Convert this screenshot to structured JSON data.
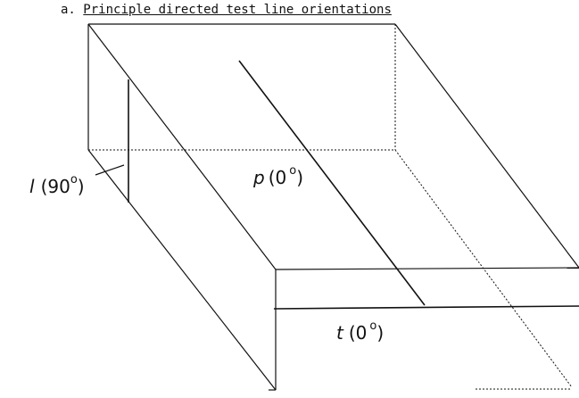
{
  "caption": {
    "prefix": "a.",
    "title": "Principle directed test line orientations"
  },
  "labels": {
    "l": {
      "symbol": "l",
      "angle": "90",
      "degree": "o"
    },
    "p": {
      "symbol": "p",
      "angle": "0",
      "degree": "o"
    },
    "t": {
      "symbol": "t",
      "angle": "0",
      "degree": "o"
    }
  }
}
